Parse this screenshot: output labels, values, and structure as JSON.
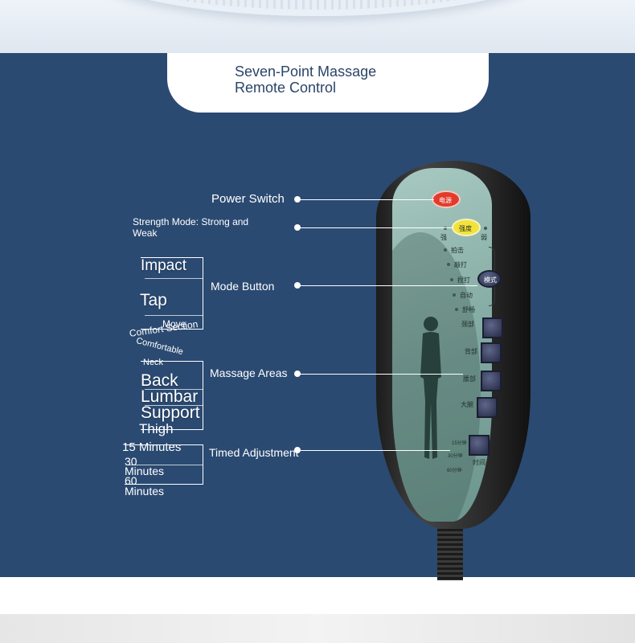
{
  "title": {
    "line1": "Seven-Point Massage",
    "line2": "Remote Control"
  },
  "callouts": {
    "power": "Power Switch",
    "strength_line1": "Strength Mode: Strong and",
    "strength_line2": "Weak",
    "mode": "Mode Button",
    "areas": "Massage Areas",
    "timer": "Timed Adjustment"
  },
  "mode_options": {
    "impact": "Impact",
    "tap": "Tap",
    "move": "Move",
    "comfort": "Comfort Section",
    "comfortable": "Comfortable"
  },
  "area_options": {
    "neck": "Neck",
    "back": "Back",
    "lumbar": "Lumbar",
    "support": "Support",
    "thigh": "Thigh"
  },
  "timer_options": {
    "m15": "15 Minutes",
    "m30a": "30",
    "m30b": "Minutes",
    "m60a": "60",
    "m60b": "Minutes"
  },
  "remote": {
    "power_btn": "电源",
    "strength_btn": "强度",
    "strong": "强",
    "weak": "弱",
    "mode_btn": "模式",
    "mode_1": "拍击",
    "mode_2": "敲打",
    "mode_3": "捏打",
    "mode_4": "自动",
    "mode_5": "舒畅",
    "area_1": "颈部",
    "area_2": "背部",
    "area_3": "腰部",
    "area_4": "大腿",
    "time_1": "15分钟",
    "time_2": "30分钟",
    "time_3": "60分钟",
    "time_label": "时间"
  },
  "colors": {
    "panel": "#2b4a72",
    "title_text": "#2a4468",
    "power_button": "#e23b2b",
    "strength_button": "#f3e23a"
  }
}
